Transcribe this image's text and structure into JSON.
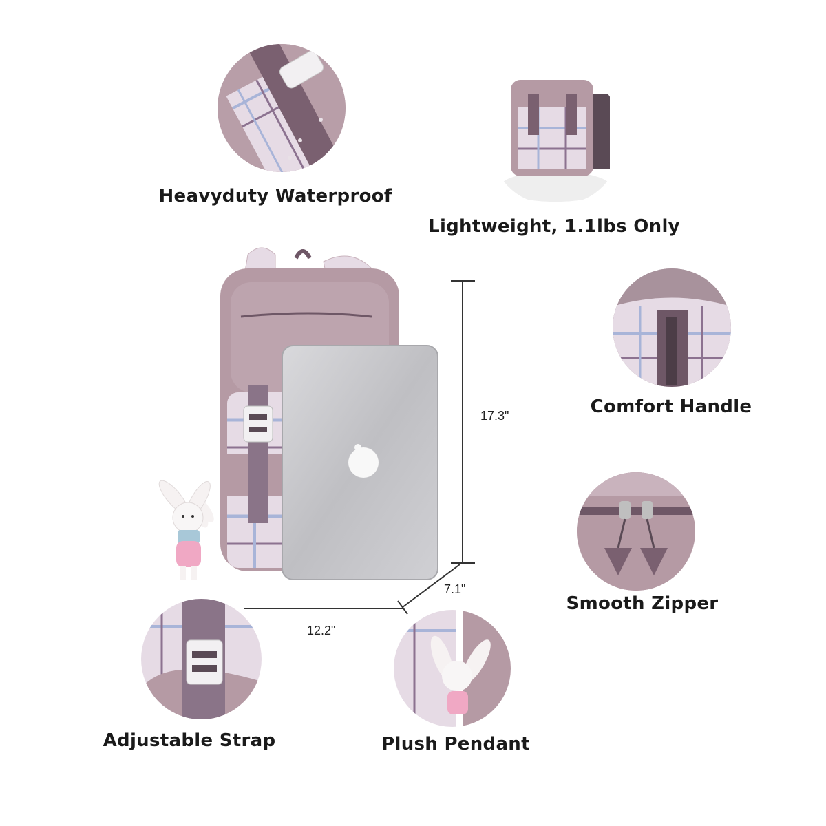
{
  "features": {
    "waterproof": {
      "label": "Heavyduty Waterproof",
      "icon": "buckle-closeup-icon"
    },
    "lightweight": {
      "label": "Lightweight, 1.1lbs Only",
      "icon": "backpack-on-scale-icon"
    },
    "handle": {
      "label": "Comfort Handle",
      "icon": "handle-closeup-icon"
    },
    "zipper": {
      "label": "Smooth Zipper",
      "icon": "zipper-pulls-icon"
    },
    "strap": {
      "label": "Adjustable Strap",
      "icon": "strap-buckle-icon"
    },
    "pendant": {
      "label": "Plush Pendant",
      "icon": "bunny-plush-icon"
    }
  },
  "dimensions": {
    "height": "17.3\"",
    "depth": "7.1\"",
    "width": "12.2\""
  },
  "colors": {
    "bag_primary": "#b59aa4",
    "bag_dark": "#7a6070",
    "plaid_light": "#e8dde6",
    "plaid_blue": "#a8b4d8",
    "laptop": "#c9c9cd",
    "bunny_pink": "#f0a8c4"
  }
}
